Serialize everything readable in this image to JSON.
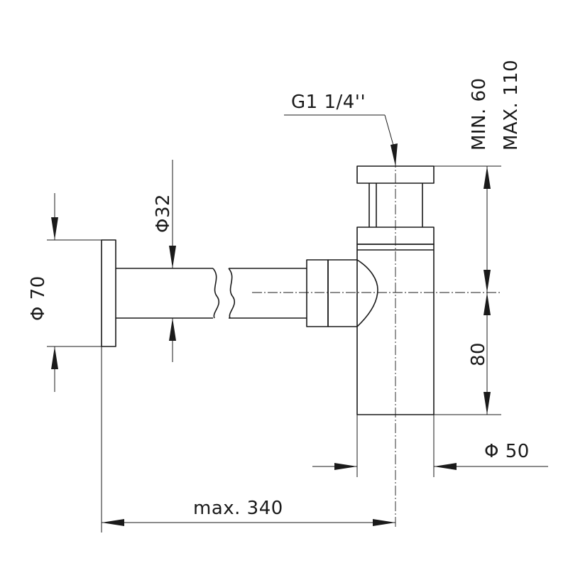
{
  "dimensions": {
    "thread": "G1 1/4''",
    "adjust_min": "MIN. 60",
    "adjust_max": "MAX. 110",
    "pipe_diameter": "Φ32",
    "flange_diameter": "Φ 70",
    "trap_height": "80",
    "body_diameter": "Φ 50",
    "max_length": "max. 340"
  }
}
